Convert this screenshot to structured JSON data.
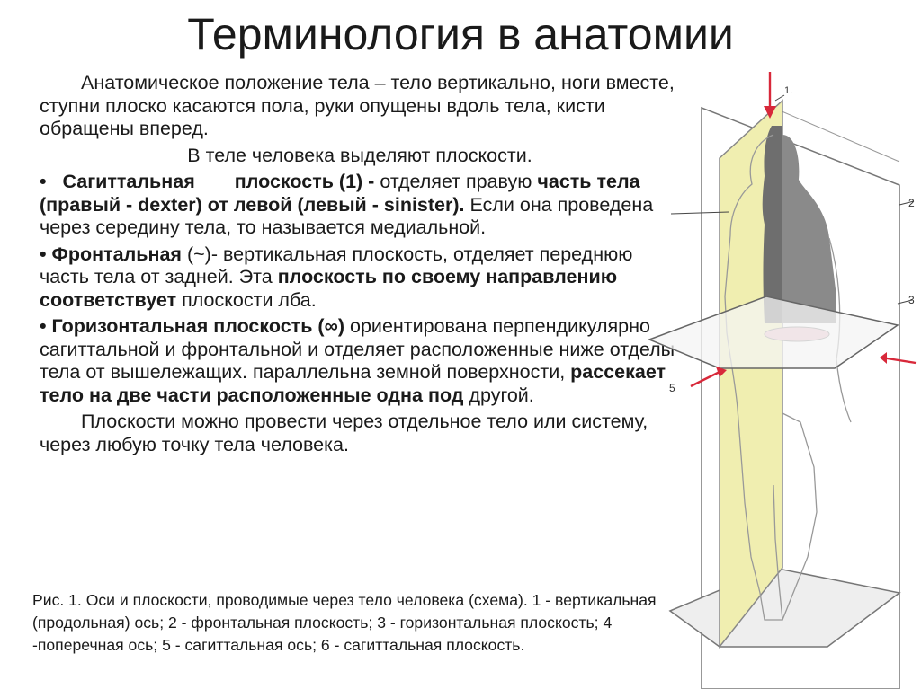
{
  "title": "Терминология в анатомии",
  "paragraphs": {
    "p1": "Анатомическое положение тела – тело вертикально, ноги вместе, ступни плоско касаются пола, руки опущены вдоль тела, кисти обращены вперед.",
    "p2": "В теле человека выделяют плоскости.",
    "b1_bullet": "•",
    "b1_term": "Сагиттальная",
    "b1_term2": "плоскость (1) -",
    "b1_text": "отделяет правую",
    "b1_bold": "часть тела (правый - dexter) от левой (левый - sinister).",
    "b1_rest": "Если  она проведена через середину тела, то называется медиальной.",
    "b2_bullet": "•",
    "b2_term": "Фронтальная",
    "b2_text": "(~)- вертикальная плоскость, отделяет переднюю часть тела от задней. Эта",
    "b2_bold": "плоскость по своему направлению соответствует",
    "b2_rest": "плоскости лба.",
    "b3_bullet": "•",
    "b3_term": "Горизонтальная  плоскость (∞)",
    "b3_text": "ориентирована перпендикулярно сагиттальной и фронтальной и отделяет расположенные ниже отделы тела от вышележащих. параллельна земной поверхности,",
    "b3_bold": "рассекает тело на две части расположенные одна под",
    "b3_rest": "другой.",
    "p_last": "Плоскости можно провести через отдельное тело или систему, через любую точку тела человека."
  },
  "caption": "Рис. 1. Оси и плоскости, проводимые через тело человека (схема). 1  - вертикальная (продольная) ось; 2  - фронтальная плоскость; 3 - горизонтальная плоскость; 4 -поперечная ось; 5 - сагиттальная ось; 6 - сагиттальная плоскость.",
  "figure_labels": {
    "l1": "1.",
    "l2": "2",
    "l3": "3",
    "l5": "5"
  },
  "colors": {
    "sagittal_plane": "#f0eeb0",
    "frontal_plane": "#ffffff",
    "horizontal_plane": "#f4f4f4",
    "body_section": "#6e6e6e",
    "arrows": "#d8283a"
  }
}
